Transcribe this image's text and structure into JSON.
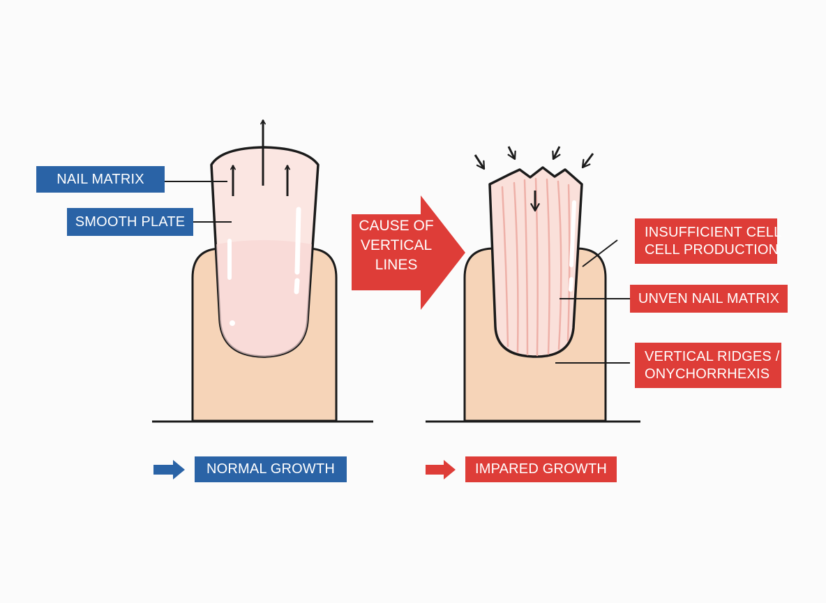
{
  "colors": {
    "blue": "#2a63a6",
    "red": "#de3d38",
    "skin": "#f6d4b8",
    "nail": "#fbe6e2",
    "outline": "#1b1b1b"
  },
  "left": {
    "labels": {
      "nail_matrix": "NAIL MATRIX",
      "smooth_plate": "SMOOTH PLATE"
    },
    "legend": "NORMAL GROWTH"
  },
  "center": {
    "cause": [
      "CAUSE OF",
      "VERTICAL",
      "LINES"
    ]
  },
  "right": {
    "labels": {
      "insufficient": [
        "INSUFFICIENT CELL",
        "CELL PRODUCTION"
      ],
      "uneven_matrix": "UNVEN NAIL MATRIX",
      "ridges": [
        "VERTICAL RIDGES /",
        "ONYCHORRHEXIS"
      ]
    },
    "legend": "IMPARED GROWTH"
  },
  "icons": [
    "arrow-up-icon",
    "arrow-down-icon",
    "arrow-right-icon",
    "big-arrow-right-icon"
  ]
}
